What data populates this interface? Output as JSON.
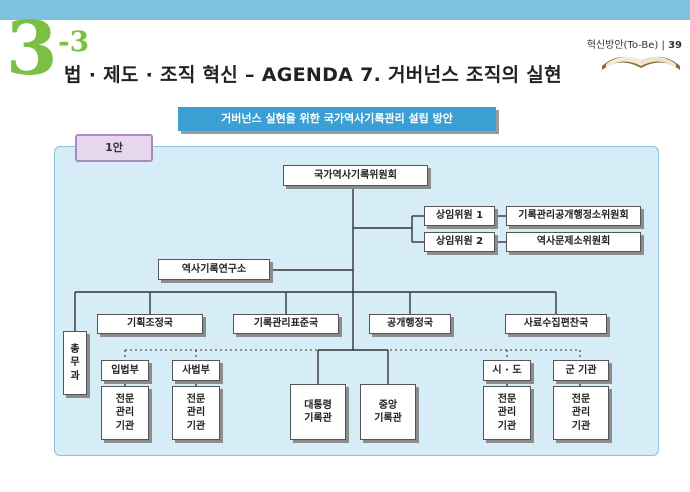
{
  "header": {
    "chapter_number": "3",
    "chapter_sub": "-3",
    "title": "법 · 제도 · 조직 혁신 – AGENDA 7. 거버넌스 조직의 실현",
    "section_label": "혁신방안(To-Be)",
    "page_number": "39",
    "accent_color": "#7bc043",
    "bar_color": "#7fc2de"
  },
  "diagram": {
    "heading": "거버넌스 실현을 위한 국가역사기록관리 설립 방안",
    "plan_label": "1안",
    "top_node": "국가역사기록위원회",
    "standing_committees": [
      "상임위원 1",
      "상임위원 2"
    ],
    "sub_committees": [
      "기록관리공개행정소위원회",
      "역사문제소위원회"
    ],
    "institute": "역사기록연구소",
    "bureaus": [
      "기획조정국",
      "기록관리표준국",
      "공개행정국",
      "사료수집편찬국"
    ],
    "general_affairs": "총\n무\n과",
    "branches": [
      "입법부",
      "사법부"
    ],
    "local_units": [
      "시 · 도",
      "군 기관"
    ],
    "specialized_agency": "전문\n관리\n기관",
    "archives": [
      "대통령\n기록관",
      "중앙\n기록관"
    ]
  }
}
